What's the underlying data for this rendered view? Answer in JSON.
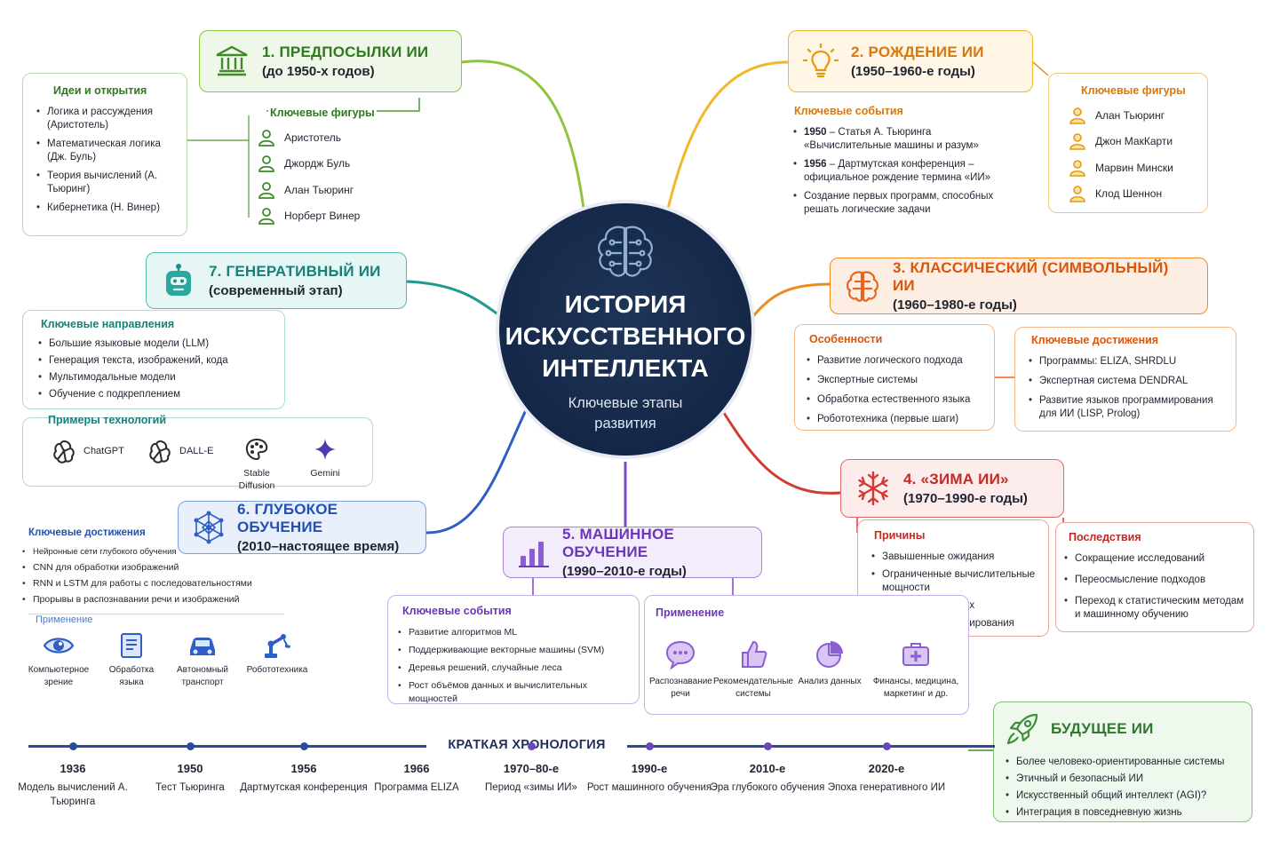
{
  "center": {
    "title_lines": [
      "ИСТОРИЯ",
      "ИСКУССТВЕННОГО",
      "ИНТЕЛЛЕКТА"
    ],
    "subtitle_lines": [
      "Ключевые этапы",
      "развития"
    ]
  },
  "s1": {
    "title": "1. ПРЕДПОСЫЛКИ ИИ",
    "sub": "(до 1950-х годов)",
    "color": "#4f9a32",
    "ideas_h": "Идеи и открытия",
    "ideas": [
      "Логика и рассуждения (Аристотель)",
      "Математическая логика (Дж. Буль)",
      "Теория вычислений (А. Тьюринг)",
      "Кибернетика (Н. Винер)"
    ],
    "figures_h": "Ключевые фигуры",
    "figures": [
      "Аристотель",
      "Джордж Буль",
      "Алан Тьюринг",
      "Норберт Винер"
    ]
  },
  "s2": {
    "title": "2. РОЖДЕНИЕ ИИ",
    "sub": "(1950–1960-е годы)",
    "color": "#e58a12",
    "events_h": "Ключевые события",
    "events": [
      {
        "year": "1950",
        "text": "– Статья А. Тьюринга «Вычислительные машины и разум»"
      },
      {
        "year": "1956",
        "text": "– Дартмутская конференция – официальное рождение термина «ИИ»"
      },
      {
        "year": "",
        "text": "Создание первых программ, способных решать логические задачи"
      }
    ],
    "figures_h": "Ключевые фигуры",
    "figures": [
      "Алан Тьюринг",
      "Джон МакКарти",
      "Марвин Мински",
      "Клод Шеннон"
    ]
  },
  "s3": {
    "title": "3. КЛАССИЧЕСКИЙ (СИМВОЛЬНЫЙ) ИИ",
    "sub": "(1960–1980-е годы)",
    "color": "#e5661a",
    "feat_h": "Особенности",
    "feat": [
      "Развитие логического подхода",
      "Экспертные системы",
      "Обработка естественного языка",
      "Робототехника (первые шаги)"
    ],
    "ach_h": "Ключевые достижения",
    "ach": [
      "Программы: ELIZA, SHRDLU",
      "Экспертная система DENDRAL",
      "Развитие языков программирования для ИИ (LISP, Prolog)"
    ]
  },
  "s4": {
    "title": "4. «ЗИМА ИИ»",
    "sub": "(1970–1990-е годы)",
    "color": "#d23a33",
    "causes_h": "Причины",
    "causes": [
      "Завышенные ожидания",
      "Ограниченные вычислительные мощности",
      "Недостаток данных",
      "Снижение финансирования"
    ],
    "cons_h": "Последствия",
    "cons": [
      "Сокращение исследований",
      "Переосмысление подходов",
      "Переход к статистическим методам и машинному обучению"
    ]
  },
  "s5": {
    "title": "5. МАШИННОЕ ОБУЧЕНИЕ",
    "sub": "(1990–2010-е годы)",
    "color": "#7b48c2",
    "events_h": "Ключевые события",
    "events": [
      "Развитие алгоритмов ML",
      "Поддерживающие векторные машины (SVM)",
      "Деревья решений, случайные леса",
      "Рост объёмов данных и вычислительных мощностей"
    ],
    "apps_h": "Применение",
    "apps": [
      "Распознавание речи",
      "Рекомендательные системы",
      "Анализ данных",
      "Финансы, медицина, маркетинг и др."
    ]
  },
  "s6": {
    "title": "6. ГЛУБОКОЕ ОБУЧЕНИЕ",
    "sub": "(2010–настоящее время)",
    "color": "#2f5fc4",
    "ach_h": "Ключевые достижения",
    "ach": [
      "Нейронные сети глубокого обучения",
      "CNN для обработки изображений",
      "RNN и LSTM для работы с последовательностями",
      "Прорывы в распознавании речи и изображений"
    ],
    "apps_h": "Применение",
    "apps": [
      "Компьютерное зрение",
      "Обработка языка",
      "Автономный транспорт",
      "Робототехника"
    ]
  },
  "s7": {
    "title": "7. ГЕНЕРАТИВНЫЙ ИИ",
    "sub": "(современный этап)",
    "color": "#1e8f8a",
    "dirs_h": "Ключевые направления",
    "dirs": [
      "Большие языковые модели (LLM)",
      "Генерация текста, изображений, кода",
      "Мультимодальные модели",
      "Обучение с подкреплением"
    ],
    "tech_h": "Примеры технологий",
    "tech": [
      "ChatGPT",
      "DALL-E",
      "Stable Diffusion",
      "Gemini"
    ]
  },
  "future": {
    "title": "БУДУЩЕЕ ИИ",
    "color": "#3d8f3a",
    "items": [
      "Более человеко-ориентированные системы",
      "Этичный и безопасный ИИ",
      "Искусственный общий интеллект (AGI)?",
      "Интеграция в повседневную жизнь"
    ]
  },
  "timeline": {
    "title": "КРАТКАЯ ХРОНОЛОГИЯ",
    "color": "#1f3f8a",
    "events": [
      {
        "year": "1936",
        "desc": "Модель вычислений А. Тьюринга"
      },
      {
        "year": "1950",
        "desc": "Тест Тьюринга"
      },
      {
        "year": "1956",
        "desc": "Дартмутская конференция"
      },
      {
        "year": "1966",
        "desc": "Программа ELIZA"
      },
      {
        "year": "1970–80-е",
        "desc": "Период «зимы ИИ»"
      },
      {
        "year": "1990-е",
        "desc": "Рост машинного обучения"
      },
      {
        "year": "2010-е",
        "desc": "Эра глубокого обучения"
      },
      {
        "year": "2020-е",
        "desc": "Эпоха генеративного ИИ"
      }
    ]
  }
}
